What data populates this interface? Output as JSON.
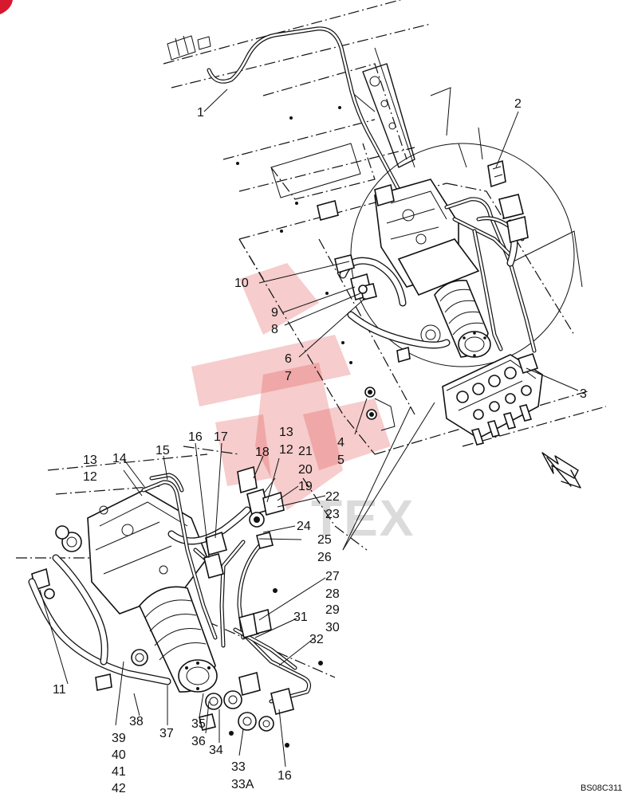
{
  "drawing_code": "BS08C311",
  "watermark_text": "TEX",
  "colors": {
    "line": "#111111",
    "watermark": "#e04848",
    "corner_badge": "#d6192e"
  },
  "callouts": {
    "c1": "1",
    "c2": "2",
    "c3": "3",
    "c4": "4",
    "c5": "5",
    "c6": "6",
    "c7": "7",
    "c8": "8",
    "c9": "9",
    "c10": "10",
    "c11": "11",
    "c12a": "12",
    "c13a": "13",
    "c12b": "12",
    "c13b": "13",
    "c14": "14",
    "c15": "15",
    "c16a": "16",
    "c16b": "16",
    "c17": "17",
    "c18": "18",
    "c19": "19",
    "c20": "20",
    "c21": "21",
    "c22": "22",
    "c23": "23",
    "c24": "24",
    "c25": "25",
    "c26": "26",
    "c27": "27",
    "c28": "28",
    "c29": "29",
    "c30": "30",
    "c31": "31",
    "c32": "32",
    "c33": "33",
    "c33A": "33A",
    "c34": "34",
    "c35": "35",
    "c36": "36",
    "c37": "37",
    "c38": "38",
    "c39": "39",
    "c40": "40",
    "c41": "41",
    "c42": "42"
  }
}
